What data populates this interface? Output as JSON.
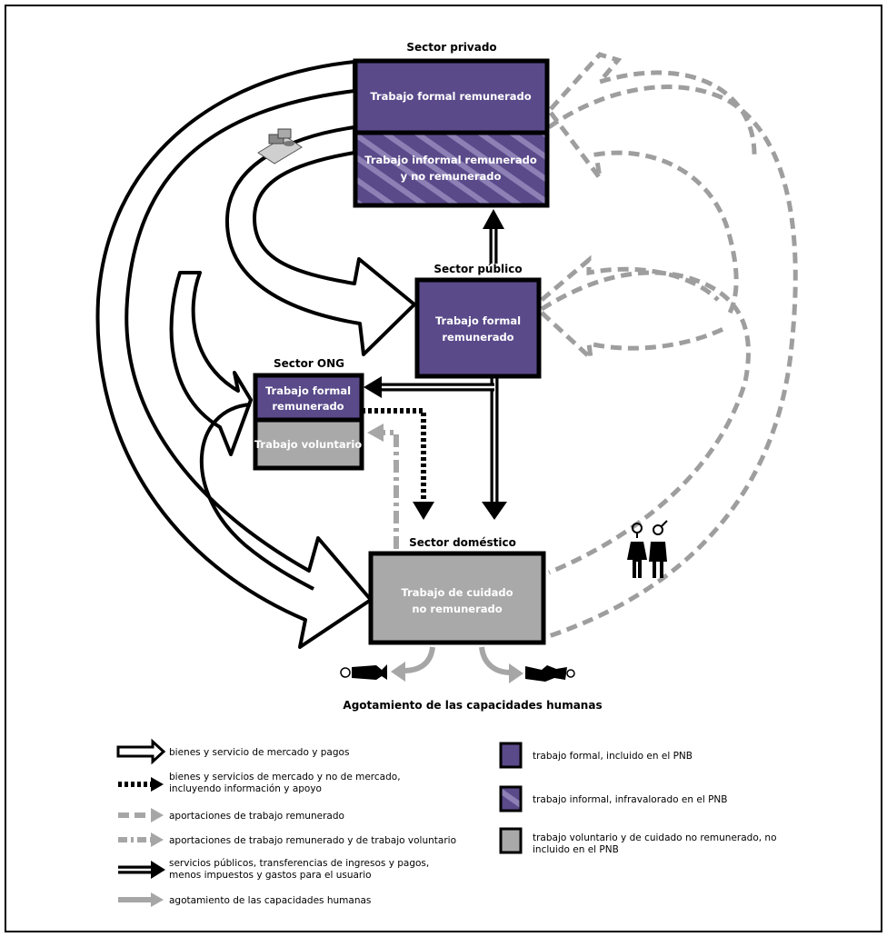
{
  "colors": {
    "formal": "#5a4a8a",
    "voluntary": "#a9a9a9",
    "dashed_gray": "#9e9e9e",
    "outline": "#000000"
  },
  "sectors": {
    "private": {
      "title": "Sector privado",
      "formal_line1": "Trabajo formal remunerado",
      "informal_line1": "Trabajo informal remunerado",
      "informal_line2": "y no remunerado"
    },
    "public": {
      "title": "Sector público",
      "line1": "Trabajo formal",
      "line2": "remunerado"
    },
    "ngo": {
      "title": "Sector ONG",
      "formal_line1": "Trabajo formal",
      "formal_line2": "remunerado",
      "voluntary": "Trabajo voluntario"
    },
    "domestic": {
      "title": "Sector doméstico",
      "line1": "Trabajo de cuidado",
      "line2": "no remunerado"
    }
  },
  "depletion_label": "Agotamiento de las capacidades humanas",
  "icons": [
    "money-icon",
    "couple-icon",
    "fallen-person-icon"
  ],
  "legend_left": [
    {
      "lines": [
        "bienes y servicio de mercado y pagos"
      ],
      "icon": "hollow-arrow"
    },
    {
      "lines": [
        "bienes y servicios de mercado y no de mercado,",
        "incluyendo información y apoyo"
      ],
      "icon": "dotted-black-arrow"
    },
    {
      "lines": [
        "aportaciones de trabajo remunerado"
      ],
      "icon": "dashed-gray-arrow"
    },
    {
      "lines": [
        "aportaciones de trabajo remunerado y de trabajo voluntario"
      ],
      "icon": "dashdot-gray-arrow"
    },
    {
      "lines": [
        "servicios públicos, transferencias de ingresos y pagos,",
        "menos impuestos y gastos para el usuario"
      ],
      "icon": "double-black-arrow"
    },
    {
      "lines": [
        "agotamiento de las capacidades humanas"
      ],
      "icon": "solid-gray-arrow"
    }
  ],
  "legend_right": [
    {
      "lines": [
        "trabajo formal, incluido en el  PNB"
      ],
      "swatch": "formal"
    },
    {
      "lines": [
        "trabajo informal, infravalorado en el PNB"
      ],
      "swatch": "informal"
    },
    {
      "lines": [
        "trabajo voluntario y de cuidado no remunerado, no",
        "incluido en el PNB"
      ],
      "swatch": "voluntary"
    }
  ]
}
